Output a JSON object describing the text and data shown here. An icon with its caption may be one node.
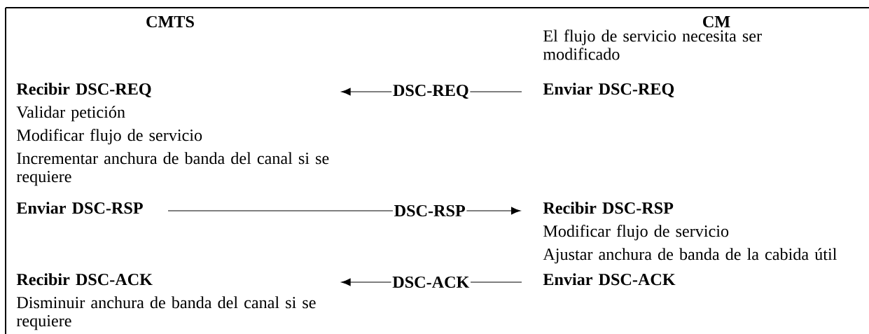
{
  "diagram": {
    "nodes": [
      {
        "text": [
          "Recibir DSC-REQ",
          "Validar petición",
          "Modificar flujo de servicio",
          "Incrementar anchura de banda del canal si se requiere"
        ]
      },
      {
        "text": [
          "Enviar DSC-REQ"
        ]
      },
      {
        "text": [
          "Enviar DSC-RSP"
        ]
      },
      {
        "text": [
          "Recibir DSC-RSP",
          "Modificar flujo de servicio",
          "Ajustar anchura de banda de la cabida útil"
        ]
      },
      {
        "text": [
          "Recibir DSC-ACK",
          "Disminuir anchura de banda del canal si se requiere"
        ]
      },
      {
        "text": [
          "Enviar DSC-ACK"
        ]
      }
    ],
    "edges": [
      {
        "from": 1,
        "to": 0,
        "arrow": "to",
        "label": "DSC-REQ"
      },
      {
        "from": 2,
        "to": 3,
        "arrow": "to",
        "label": "DSC-RSP"
      },
      {
        "from": 5,
        "to": 4,
        "arrow": "to",
        "label": "DSC-ACK"
      }
    ],
    "labels": [
      "CMTS",
      "CM",
      "El flujo de servicio necesita ser modificado"
    ]
  }
}
